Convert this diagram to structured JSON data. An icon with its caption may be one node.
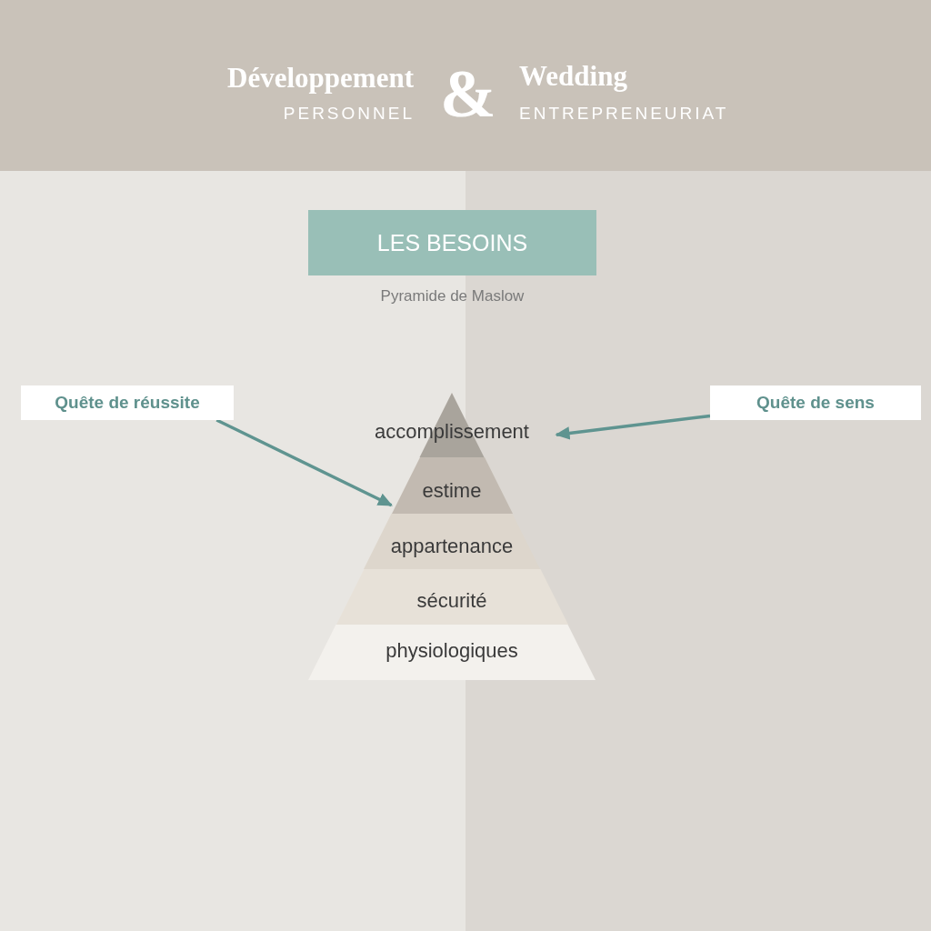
{
  "diagram": {
    "nodes": [
      {
        "text": [
          "Développement",
          "PERSONNEL",
          "&",
          "Wedding",
          "ENTREPRENEURIAT"
        ]
      },
      {
        "text": [
          "LES BESOINS"
        ]
      },
      {
        "text": [
          "Quête de réussite"
        ]
      },
      {
        "text": [
          "Quête de sens"
        ]
      },
      {
        "text": [
          "accomplissement"
        ]
      },
      {
        "text": [
          "estime"
        ]
      },
      {
        "text": [
          "appartenance"
        ]
      },
      {
        "text": [
          "sécurité"
        ]
      },
      {
        "text": [
          "physiologiques"
        ]
      }
    ],
    "edges": [
      {
        "from": 2,
        "to": 5,
        "arrow": "to"
      },
      {
        "from": 3,
        "to": 4,
        "arrow": "to"
      }
    ],
    "labels": [
      "Pyramide de Maslow"
    ]
  }
}
